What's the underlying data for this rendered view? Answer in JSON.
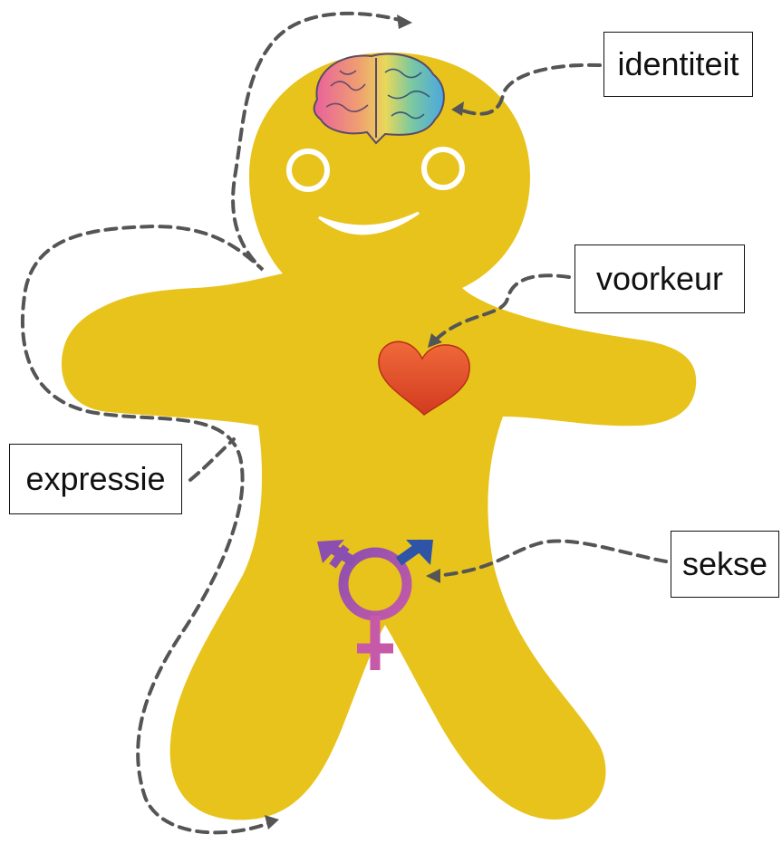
{
  "labels": {
    "identiteit": "identiteit",
    "voorkeur": "voorkeur",
    "expressie": "expressie",
    "sekse": "sekse"
  },
  "colors": {
    "body": "#E8C31C",
    "heart": "#E4502A",
    "dashed_line": "#555555",
    "symbol_purple": "#8A4FB0",
    "symbol_blue": "#2E54A8",
    "symbol_pink": "#C65AA8"
  }
}
